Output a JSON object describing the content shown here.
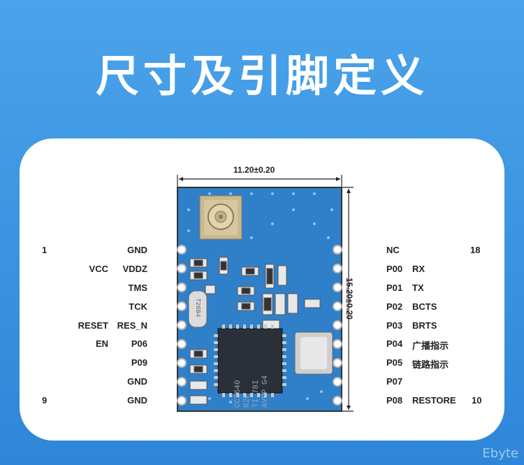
{
  "title": "尺寸及引脚定义",
  "dimensions": {
    "width": "11.20±0.20",
    "height": "15.20±0.20"
  },
  "chip": {
    "line1": "CC2640",
    "line2": "R2F",
    "line3": "TI 78I",
    "line4": "AVDP G4"
  },
  "crystal_text": "T26B4",
  "left_pins": [
    {
      "num": "1",
      "alt": "",
      "name": "GND"
    },
    {
      "num": "",
      "alt": "VCC",
      "name": "VDDZ"
    },
    {
      "num": "",
      "alt": "",
      "name": "TMS"
    },
    {
      "num": "",
      "alt": "",
      "name": "TCK"
    },
    {
      "num": "",
      "alt": "RESET",
      "name": "RES_N"
    },
    {
      "num": "",
      "alt": "EN",
      "name": "P06"
    },
    {
      "num": "",
      "alt": "",
      "name": "P09"
    },
    {
      "num": "",
      "alt": "",
      "name": "GND"
    },
    {
      "num": "9",
      "alt": "",
      "name": "GND"
    }
  ],
  "right_pins": [
    {
      "name": "NC",
      "func": "",
      "num": "18"
    },
    {
      "name": "P00",
      "func": "RX",
      "num": ""
    },
    {
      "name": "P01",
      "func": "TX",
      "num": ""
    },
    {
      "name": "P02",
      "func": "BCTS",
      "num": ""
    },
    {
      "name": "P03",
      "func": "BRTS",
      "num": ""
    },
    {
      "name": "P04",
      "func": "广播指示",
      "num": ""
    },
    {
      "name": "P05",
      "func": "链路指示",
      "num": ""
    },
    {
      "name": "P07",
      "func": "",
      "num": ""
    },
    {
      "name": "P08",
      "func": "RESTORE",
      "num": "10"
    }
  ],
  "colors": {
    "background": "#3b95e0",
    "pcb": "#2e7fc9",
    "card": "#ffffff"
  },
  "watermark": "Ebyte"
}
